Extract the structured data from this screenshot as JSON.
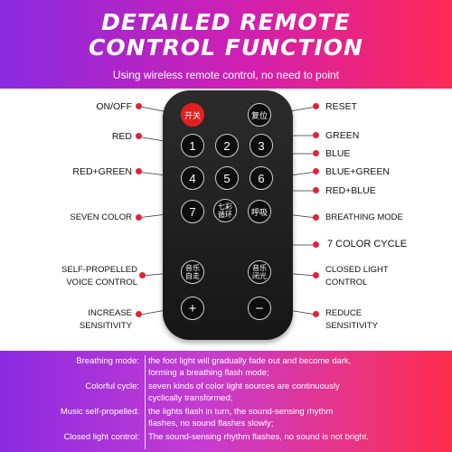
{
  "header": {
    "title_line1": "DETAILED REMOTE",
    "title_line2": "CONTROL FUNCTION",
    "subtitle": "Using wireless remote control, no need to point"
  },
  "remote": {
    "power": "开关",
    "reset": "复位",
    "b1": "1",
    "b2": "2",
    "b3": "3",
    "b4": "4",
    "b5": "5",
    "b6": "6",
    "b7": "7",
    "color_cycle_top": "七彩",
    "color_cycle_bottom": "循环",
    "breathing": "呼吸",
    "voice_top": "音乐",
    "voice_bottom": "自走",
    "closed_top": "音乐",
    "closed_bottom": "闭光",
    "plus": "+",
    "minus": "−"
  },
  "labels": {
    "on_off": "ON/OFF",
    "reset": "RESET",
    "red": "RED",
    "green": "GREEN",
    "blue": "BLUE",
    "red_green": "RED+GREEN",
    "blue_green": "BLUE+GREEN",
    "red_blue": "RED+BLUE",
    "seven_color": "SEVEN COLOR",
    "breathing_mode": "BREATHING MODE",
    "color_cycle": "7 COLOR CYCLE",
    "self_propelled_1": "SELF-PROPELLED",
    "self_propelled_2": "VOICE CONTROL",
    "closed_light_1": "CLOSED LIGHT",
    "closed_light_2": "CONTROL",
    "increase_1": "INCREASE",
    "increase_2": "SENSITIVITY",
    "reduce_1": "REDUCE",
    "reduce_2": "SENSITIVITY"
  },
  "info": {
    "r1k": "Breathing mode:",
    "r1v": "the foot light will gradually fade out and become dark,",
    "r1v2": "forming a breathing flash mode;",
    "r2k": "Colorful cycle:",
    "r2v": "seven kinds of color light sources are continuously",
    "r2v2": "cyclically transformed;",
    "r3k": "Music self-propelled:",
    "r3v": "the lights flash in turn, the sound-sensing rhythm",
    "r3v2": "flashes, no sound flashes slowly;",
    "r4k": "Closed light control:",
    "r4v": "The sound-sensing rhythm flashes, no sound is not bright."
  },
  "colors": {
    "accent_dot": "#e0233a",
    "header_start": "#8a2be2",
    "header_end": "#ff2a55"
  }
}
